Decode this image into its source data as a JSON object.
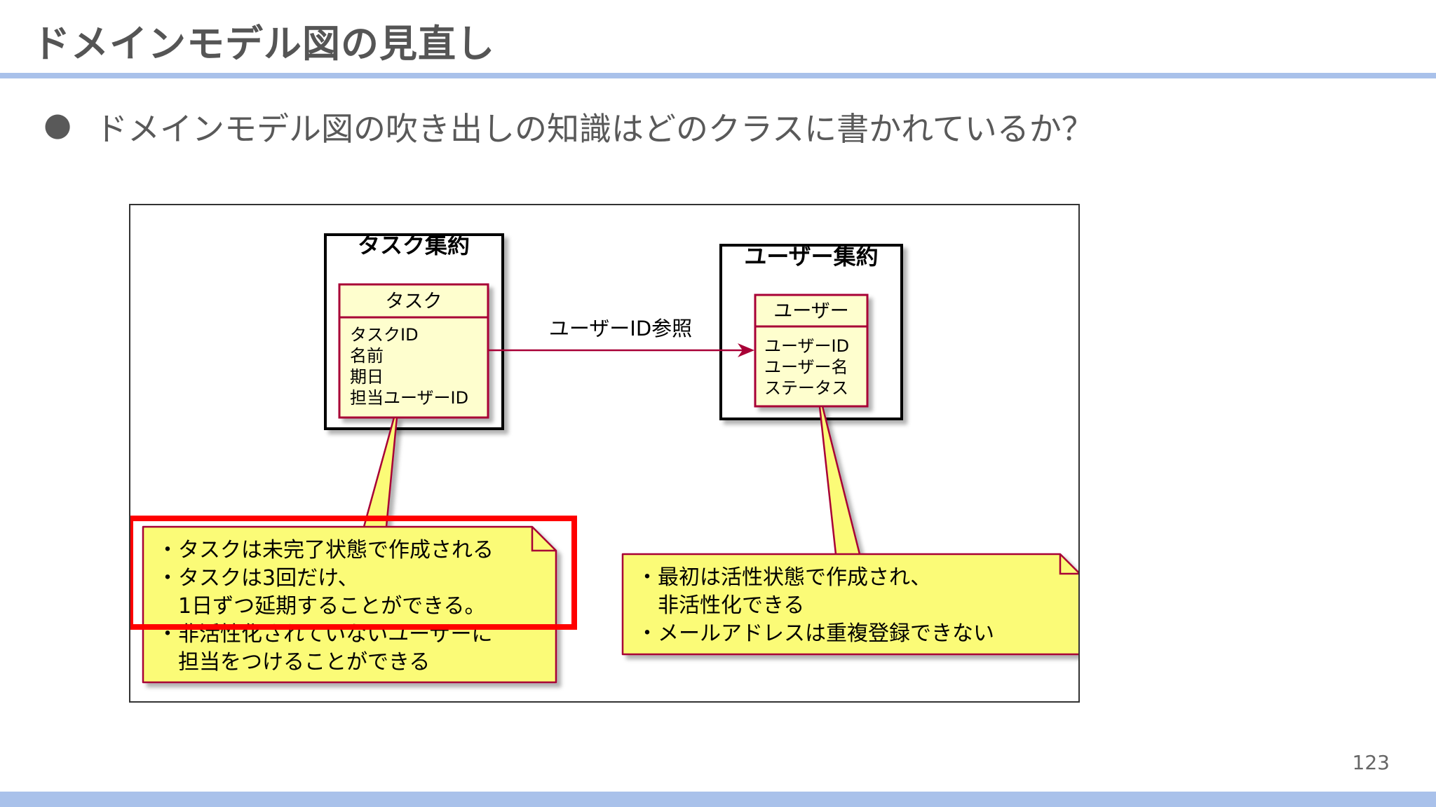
{
  "slide": {
    "title": "ドメインモデル図の見直し",
    "bullet_marker": "●",
    "bullet_text": "ドメインモデル図の吹き出しの知識はどのクラスに書かれているか？",
    "page_number": "123"
  },
  "diagram": {
    "task_aggregate": {
      "title": "タスク集約",
      "class_name": "タスク",
      "attributes": [
        "タスクID",
        "名前",
        "期日",
        "担当ユーザーID"
      ]
    },
    "user_aggregate": {
      "title": "ユーザー集約",
      "class_name": "ユーザー",
      "attributes": [
        "ユーザーID",
        "ユーザー名",
        "ステータス"
      ]
    },
    "reference_label": "ユーザーID参照",
    "task_note": {
      "lines": [
        "・タスクは未完了状態で作成される",
        "・タスクは3回だけ、",
        "　1日ずつ延期することができる。",
        "・非活性化されていないユーザーに",
        "　担当をつけることができる"
      ]
    },
    "user_note": {
      "lines": [
        "・最初は活性状態で作成され、",
        "　非活性化できる",
        "・メールアドレスは重複登録できない"
      ]
    },
    "colors": {
      "class_fill": "#fefece",
      "class_border": "#a80036",
      "note_fill": "#fbfb77",
      "highlight": "#ff0000"
    }
  }
}
